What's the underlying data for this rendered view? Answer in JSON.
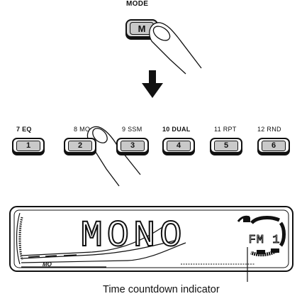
{
  "mode": {
    "caption": "MODE",
    "button_label": "M"
  },
  "presets": [
    {
      "label": "7 EQ",
      "number": "1",
      "bold": true
    },
    {
      "label": "8 MO",
      "number": "2",
      "bold": false
    },
    {
      "label": "9 SSM",
      "number": "3",
      "bold": false
    },
    {
      "label": "10 DUAL",
      "number": "4",
      "bold": true
    },
    {
      "label": "11 RPT",
      "number": "5",
      "bold": false
    },
    {
      "label": "12 RND",
      "number": "6",
      "bold": false
    }
  ],
  "display": {
    "main_text": "MONO",
    "band": "FM 1",
    "mo_indicator": "MO"
  },
  "caption": "Time countdown indicator",
  "icons": [
    "finger-icon",
    "down-arrow-icon",
    "countdown-ring-icon"
  ]
}
